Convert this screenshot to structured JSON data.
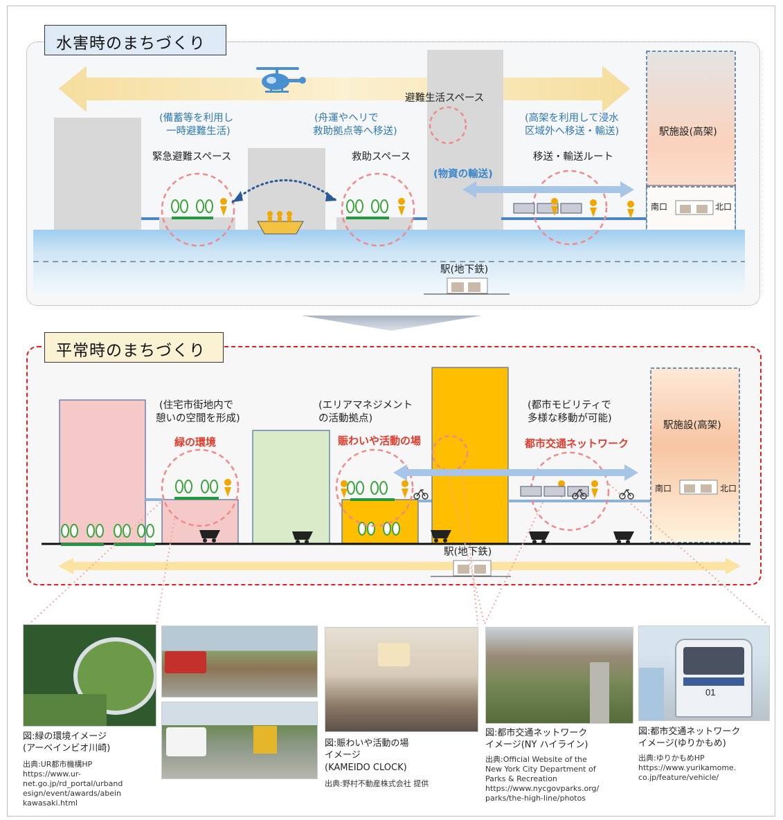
{
  "section_flood": {
    "title": "水害時のまちづくり",
    "labels": {
      "stockpile_note_1": "(備蓄等を利用し",
      "stockpile_note_2": "一時避難生活)",
      "boat_note_1": "(舟運やヘリで",
      "boat_note_2": "救助拠点等へ移送)",
      "evac_life_space": "避難生活スペース",
      "elevated_note_1": "(高架を利用して浸水",
      "elevated_note_2": "区域外へ移送・輸送)",
      "station_facility": "駅施設(高架)",
      "emergency_space": "緊急避難スペース",
      "rescue_space": "救助スペース",
      "supply_transport": "(物資の輸送)",
      "transport_route": "移送・輸送ルート",
      "south_exit": "南口",
      "north_exit": "北口",
      "subway_station": "駅(地下鉄)"
    }
  },
  "section_normal": {
    "title": "平常時のまちづくり",
    "labels": {
      "residential_note_1": "(住宅市街地内で",
      "residential_note_2": "憩いの空間を形成)",
      "area_mgmt_note_1": "(エリアマネジメント",
      "area_mgmt_note_2": "の活動拠点)",
      "mobility_note_1": "(都市モビリティで",
      "mobility_note_2": "多様な移動が可能)",
      "station_facility": "駅施設(高架)",
      "green_env": "緑の環境",
      "bustle_place": "賑わいや活動の場",
      "urban_transit": "都市交通ネットワーク",
      "south_exit": "南口",
      "north_exit": "北口",
      "subway_station": "駅(地下鉄)"
    }
  },
  "photos": [
    {
      "caption_1": "図:緑の環境イメージ",
      "caption_2": "(アーベインビオ川崎)",
      "source_lines": [
        "出典:UR都市機構HP",
        "https://www.ur-",
        "net.go.jp/rd_portal/urband",
        "esign/event/awards/abein",
        "kawasaki.html"
      ]
    },
    {
      "caption_1": "図:賑わいや活動の場",
      "caption_2": "イメージ",
      "caption_3": "(KAMEIDO CLOCK)",
      "source_lines": [
        "出典:野村不動産株式会社 提供"
      ]
    },
    {
      "caption_1": "図:都市交通ネットワーク",
      "caption_2": "イメージ(NY ハイライン)",
      "source_lines": [
        "出典:Official Website of the",
        "New York City Department of",
        "Parks & Recreation",
        "https://www.nycgovparks.org/",
        "parks/the-high-line/photos"
      ]
    },
    {
      "caption_1": "図:都市交通ネットワーク",
      "caption_2": "イメージ(ゆりかもめ)",
      "source_lines": [
        "出典:ゆりかもめHP",
        "https://www.yurikamome.",
        "co.jp/feature/vehicle/"
      ]
    }
  ],
  "train_number": "01",
  "colors": {
    "flood_water": "#bfe0f3",
    "building_gray": "#d8d8d8",
    "building_pink": "#f6c9c9",
    "building_green": "#d9ebc8",
    "building_orange": "#ffbe00",
    "accent_red": "#e33b2b",
    "accent_blue": "#2f78b8",
    "arrow_yellow": "#fbe6a6"
  }
}
